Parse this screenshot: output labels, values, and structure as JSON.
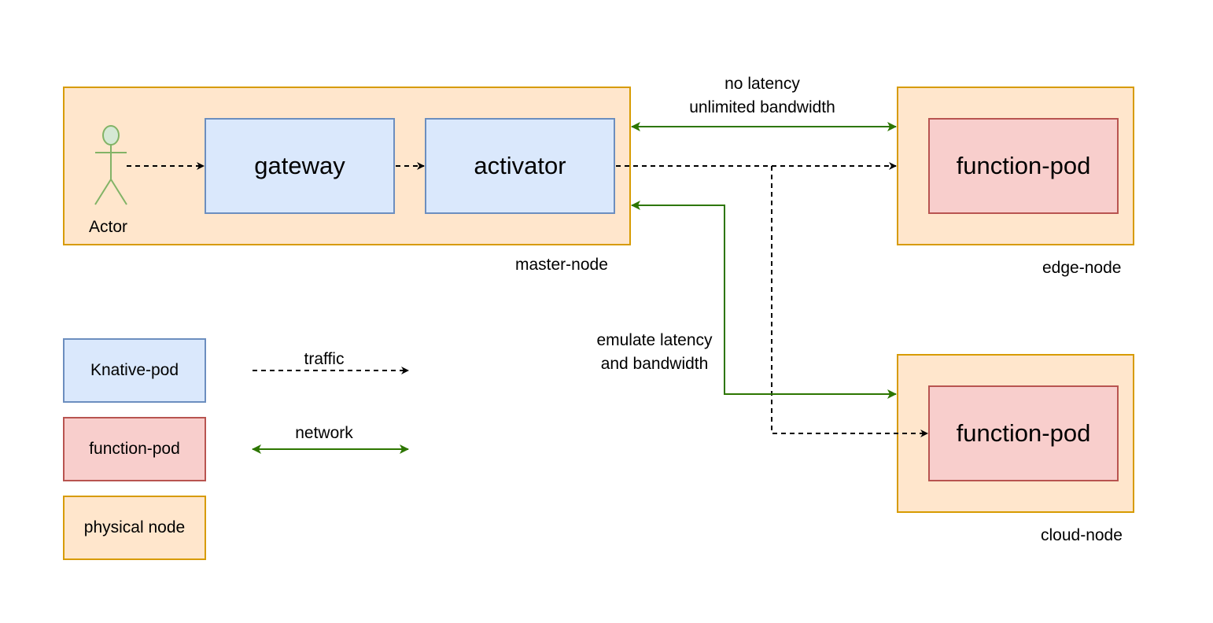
{
  "nodes": {
    "master": {
      "label": "master-node"
    },
    "edge": {
      "label": "edge-node"
    },
    "cloud": {
      "label": "cloud-node"
    }
  },
  "components": {
    "actor": "Actor",
    "gateway": "gateway",
    "activator": "activator",
    "edge_function_pod": "function-pod",
    "cloud_function_pod": "function-pod"
  },
  "links": {
    "edge_link": {
      "line1": "no latency",
      "line2": "unlimited bandwidth"
    },
    "cloud_link": {
      "line1": "emulate latency",
      "line2": "and bandwidth"
    }
  },
  "legend": {
    "knative_pod": "Knative-pod",
    "function_pod": "function-pod",
    "physical_node": "physical node",
    "traffic": "traffic",
    "network": "network"
  },
  "colors": {
    "node_fill": "#ffe6cc",
    "node_border": "#d79b00",
    "knative_fill": "#dae8fc",
    "knative_border": "#6c8ebf",
    "function_fill": "#f8cecc",
    "function_border": "#b85450",
    "network_line": "#2d7600",
    "traffic_line": "#000000",
    "actor_fill": "#d5e8d4",
    "actor_stroke": "#82b366"
  }
}
